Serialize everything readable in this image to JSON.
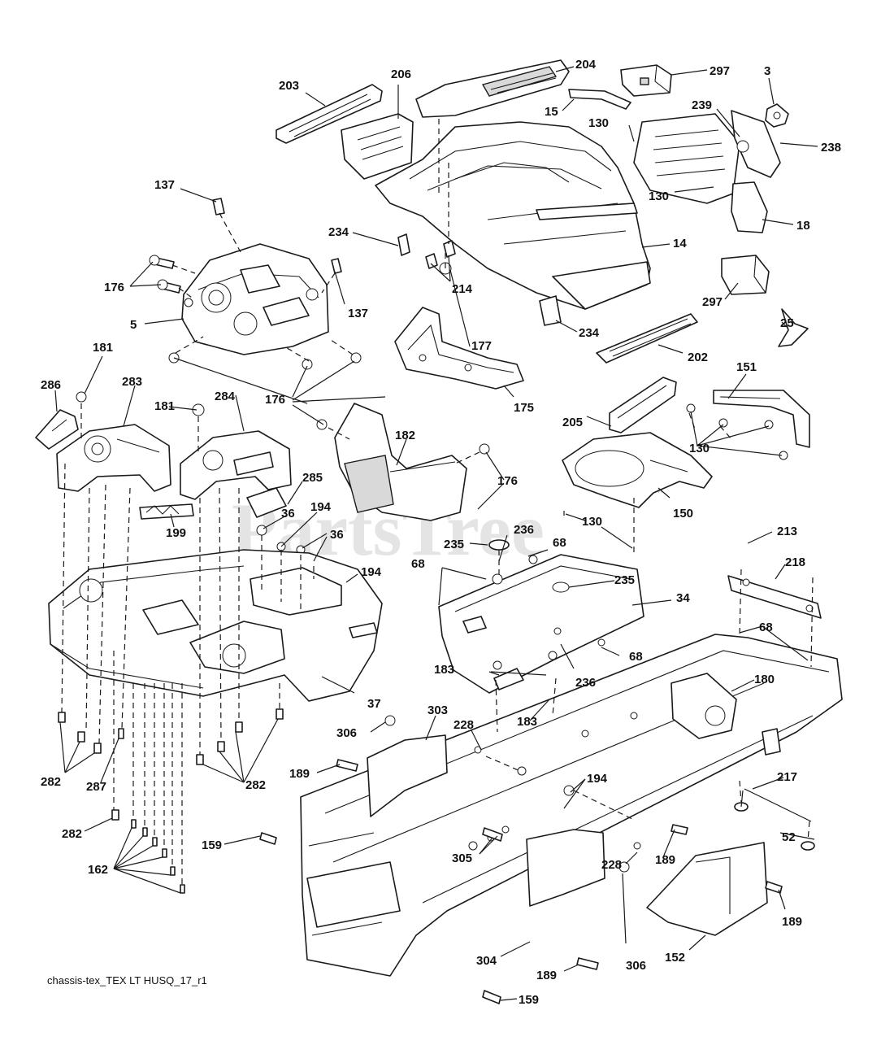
{
  "diagram": {
    "caption": "chassis-tex_TEX LT HUSQ_17_r1",
    "watermark": "PartsTree",
    "watermark_tm": "TM"
  },
  "callouts": [
    "203",
    "206",
    "204",
    "297",
    "3",
    "15",
    "239",
    "130",
    "238",
    "18",
    "130",
    "14",
    "234",
    "214",
    "137",
    "137",
    "176",
    "5",
    "297",
    "234",
    "177",
    "175",
    "202",
    "25",
    "151",
    "181",
    "286",
    "283",
    "181",
    "284",
    "176",
    "182",
    "176",
    "285",
    "36",
    "194",
    "36",
    "199",
    "205",
    "130",
    "150",
    "235",
    "236",
    "68",
    "130",
    "213",
    "218",
    "68",
    "235",
    "34",
    "194",
    "68",
    "68",
    "183",
    "236",
    "183",
    "180",
    "37",
    "306",
    "303",
    "228",
    "194",
    "189",
    "217",
    "282",
    "287",
    "282",
    "159",
    "305",
    "189",
    "52",
    "228",
    "162",
    "189",
    "304",
    "306",
    "152",
    "189",
    "159",
    "282"
  ]
}
